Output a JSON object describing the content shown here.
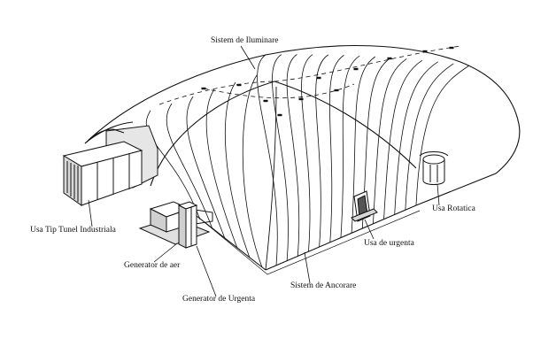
{
  "labels": {
    "lighting": "Sistem de Iluminare",
    "tunnel_door": "Usa Tip Tunel Industriala",
    "air_generator": "Generator de aer",
    "emergency_generator": "Generator de Urgenta",
    "anchoring": "Sistem de Ancorare",
    "emergency_door": "Usa de urgenta",
    "revolving_door": "Usa Rotatica"
  },
  "colors": {
    "line": "#111111",
    "fill": "#ffffff",
    "shade": "#d8d8d8"
  }
}
